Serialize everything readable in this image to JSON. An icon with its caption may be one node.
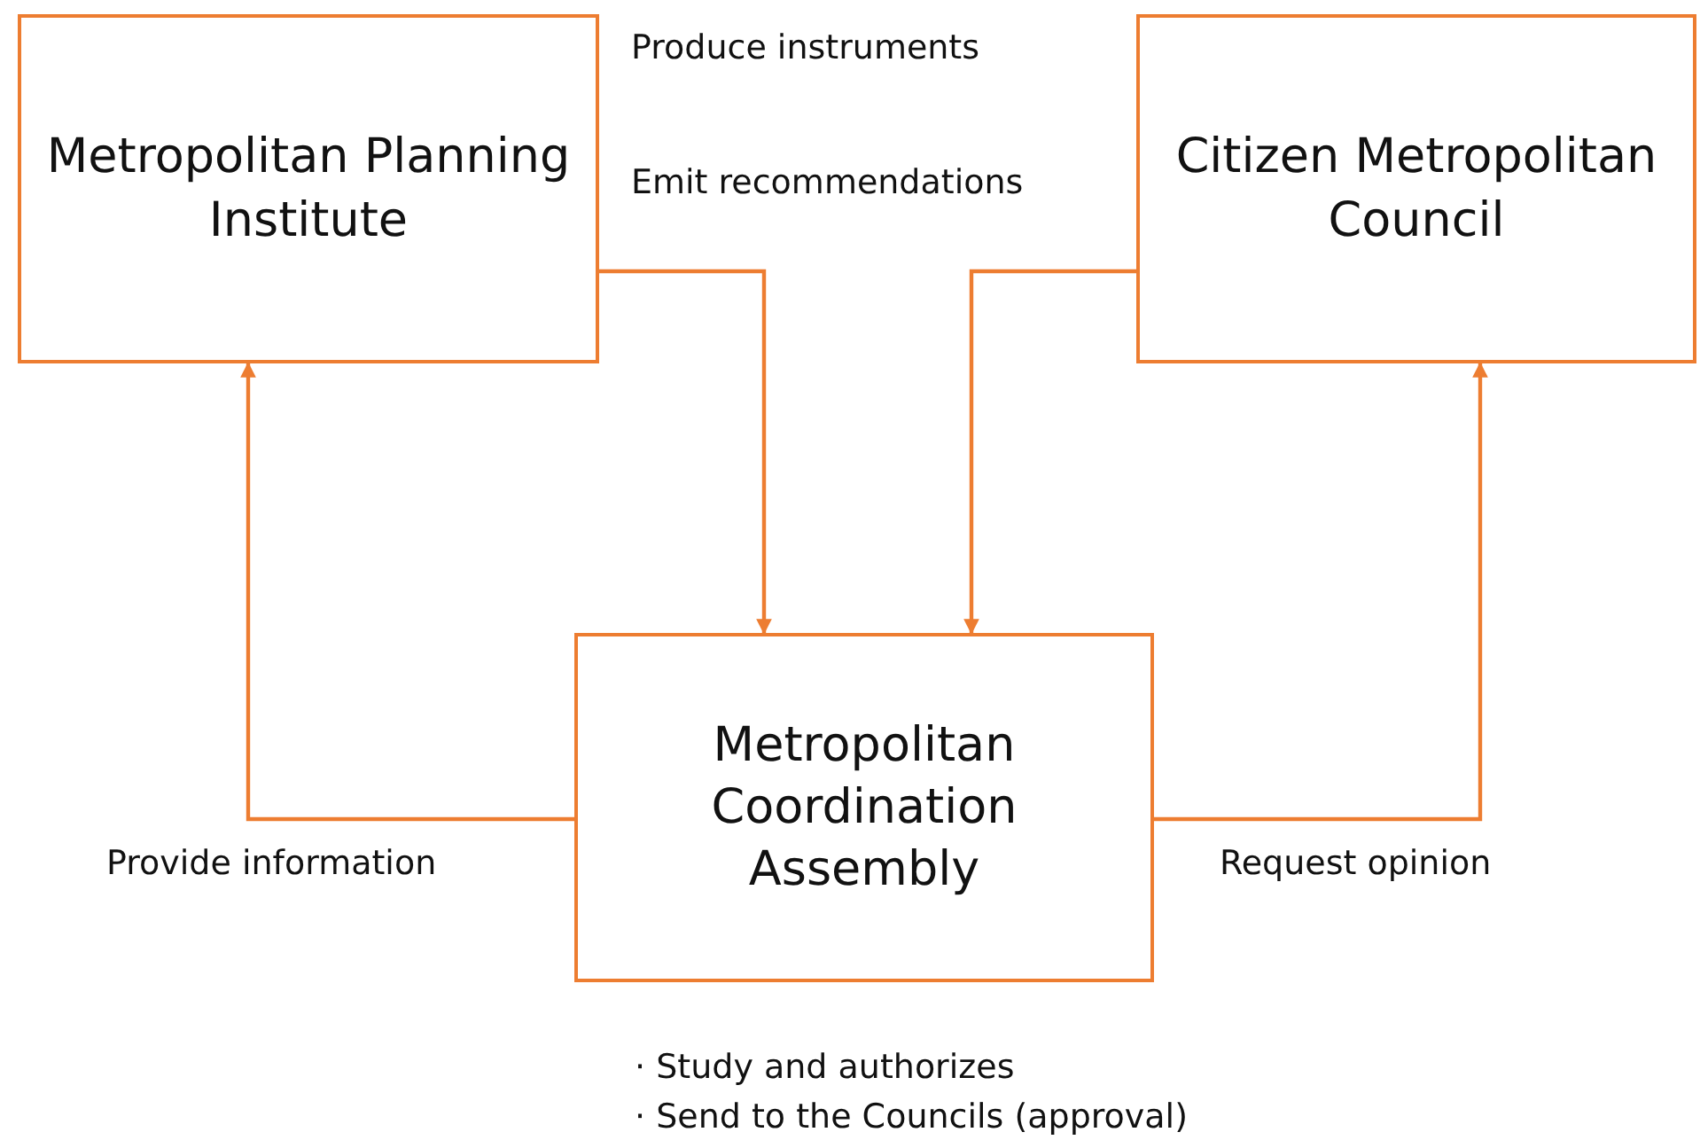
{
  "diagram": {
    "nodes": [
      {
        "text": [
          "Metropolitan Planning Institute"
        ]
      },
      {
        "text": [
          "Citizen Metropolitan Council"
        ]
      },
      {
        "text": [
          "Metropolitan Coordination Assembly"
        ]
      }
    ],
    "edges": [
      {
        "from": 0,
        "to": 2,
        "arrow": "to"
      },
      {
        "from": 1,
        "to": 2,
        "arrow": "to"
      },
      {
        "from": 2,
        "to": 0,
        "arrow": "to",
        "label": "Provide information"
      },
      {
        "from": 2,
        "to": 1,
        "arrow": "to",
        "label": "Request opinion"
      }
    ],
    "labels": [
      "Produce instruments",
      "Emit recommendations",
      "· Study and authorizes",
      "· Send to the Councils (approval)"
    ]
  }
}
